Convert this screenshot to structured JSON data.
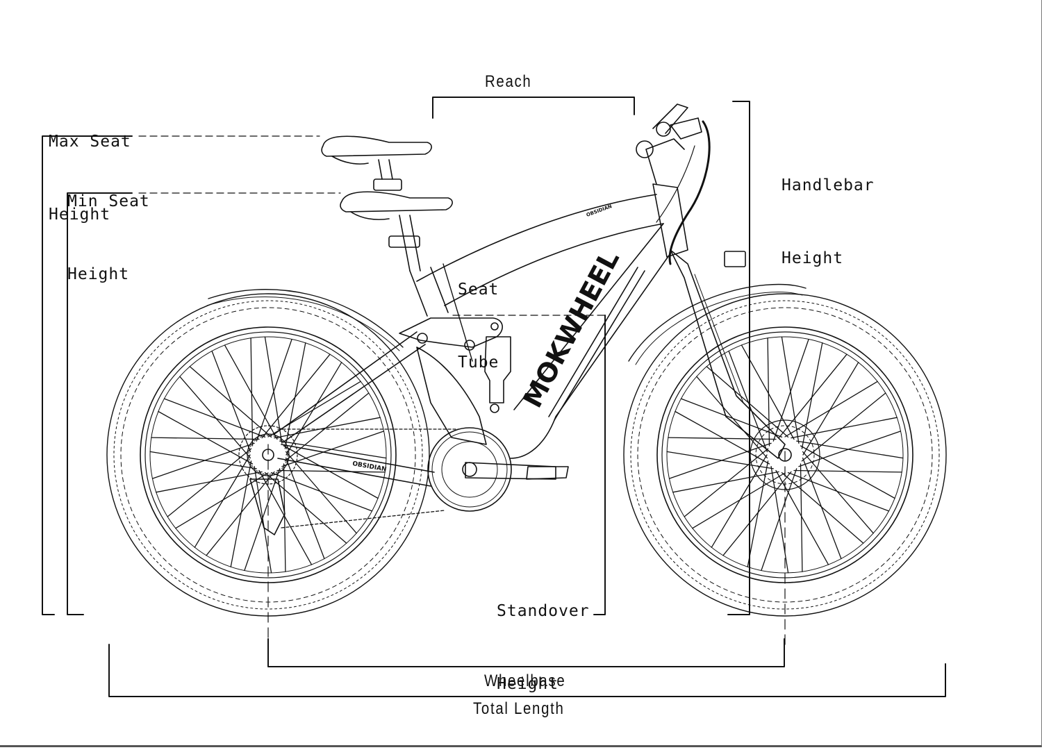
{
  "diagram": {
    "title": "E-bike geometry dimensions",
    "brand_downtube": "MOKWHEEL",
    "model_chainstay": "OBSIDIAN",
    "model_toptube": "OBSIDIAN",
    "line_color": "#111111",
    "background": "#ffffff"
  },
  "labels": {
    "max_seat_height": [
      "Max Seat",
      "Height"
    ],
    "min_seat_height": [
      "Min Seat",
      "Height"
    ],
    "reach": "Reach",
    "handlebar_height": [
      "Handlebar",
      "Height"
    ],
    "seat_tube": [
      "Seat",
      "Tube"
    ],
    "standover_height": [
      "Standover",
      "Height"
    ],
    "wheelbase": "Wheelbase",
    "total_length": "Total Length"
  }
}
